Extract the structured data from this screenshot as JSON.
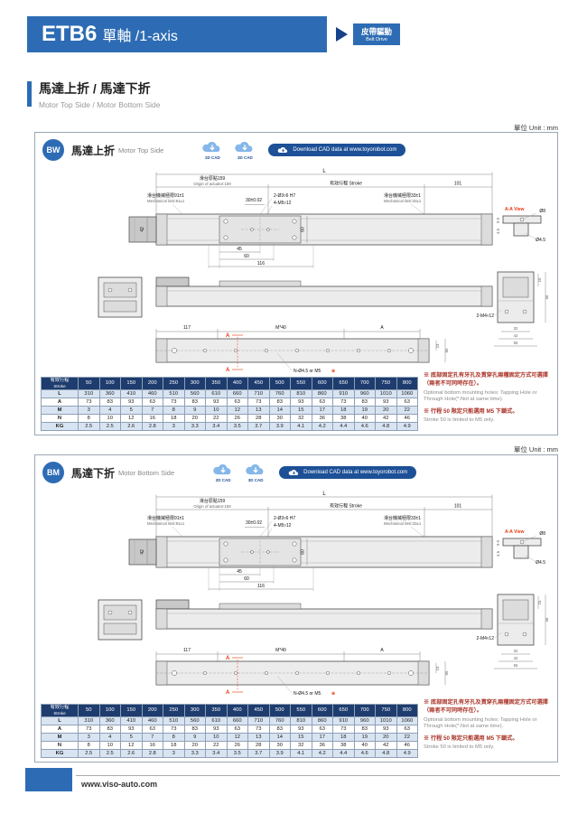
{
  "colors": {
    "primary_blue": "#2d6cb4",
    "navy": "#1d5096",
    "table_header": "#1e3c6e",
    "accent_red": "#e8380d",
    "row_alt": "#d9e4f2"
  },
  "header": {
    "model": "ETB6",
    "title": "單軸 /1-axis",
    "drive_cn": "皮帶驅動",
    "drive_en": "Belt Drive"
  },
  "section": {
    "title": "馬達上折 / 馬達下折",
    "subtitle": "Motor Top Side / Motor Bottom Side"
  },
  "unit_label": "單位 Unit : mm",
  "cad": {
    "c2d": "2D CAD",
    "c3d": "3D CAD",
    "download": "Download CAD data at www.toyorobot.com"
  },
  "panels": [
    {
      "badge": "BW",
      "title_cn": "馬達上折",
      "title_en": "Motor Top Side"
    },
    {
      "badge": "BM",
      "title_cn": "馬達下折",
      "title_en": "Motor Bottom Side"
    }
  ],
  "drawing": {
    "dim_L": "L",
    "origin_cn": "滑台原點159",
    "origin_en": "Origin of actuator:159",
    "stroke_label": "有效行程 Stroke",
    "d101": "101",
    "mech_l_cn": "滑台機械極限91±1",
    "mech_l_en": "Mechanical limit:91±1",
    "mech_r_cn": "滑台機械極限33±1",
    "mech_r_en": "Mechanical limit:33±1",
    "d30": "30±0.02",
    "holes_a": "2-Ø3▿6 H7",
    "holes_b": "4-M5▿12",
    "aa_view": "A-A View",
    "dia8": "Ø8",
    "d95": "9.5",
    "d45_small": "4.5",
    "dia45": "Ø4.5",
    "d42": "42",
    "d60": "60",
    "d45": "45",
    "d60b": "60",
    "d116": "116",
    "holes_c": "2-M4▿12",
    "d15": "15",
    "d56": "56",
    "d32": "32",
    "d42b": "42",
    "d65": "65",
    "d117": "117",
    "m40": "M*40",
    "dimA": "A",
    "d23": "23",
    "d65b": "65",
    "n_holes": "N-Ø4.5 or M5",
    "ref_mark": "※",
    "section_a": "A"
  },
  "table": {
    "corner_cn": "有效行程",
    "corner_en": "Stroke",
    "strokes": [
      "50",
      "100",
      "150",
      "200",
      "250",
      "300",
      "350",
      "400",
      "450",
      "500",
      "550",
      "600",
      "650",
      "700",
      "750",
      "800"
    ],
    "rows": [
      {
        "label": "L",
        "values": [
          "310",
          "360",
          "410",
          "460",
          "510",
          "560",
          "610",
          "660",
          "710",
          "760",
          "810",
          "860",
          "910",
          "960",
          "1010",
          "1060"
        ]
      },
      {
        "label": "A",
        "values": [
          "73",
          "83",
          "93",
          "63",
          "73",
          "83",
          "93",
          "63",
          "73",
          "83",
          "93",
          "63",
          "73",
          "83",
          "93",
          "63"
        ]
      },
      {
        "label": "M",
        "values": [
          "3",
          "4",
          "5",
          "7",
          "8",
          "9",
          "10",
          "12",
          "13",
          "14",
          "15",
          "17",
          "18",
          "19",
          "20",
          "22"
        ]
      },
      {
        "label": "N",
        "values": [
          "8",
          "10",
          "12",
          "16",
          "18",
          "20",
          "22",
          "26",
          "28",
          "30",
          "32",
          "36",
          "38",
          "40",
          "42",
          "46"
        ]
      },
      {
        "label": "KG",
        "values": [
          "2.5",
          "2.5",
          "2.6",
          "2.8",
          "3",
          "3.3",
          "3.4",
          "3.5",
          "3.7",
          "3.9",
          "4.1",
          "4.2",
          "4.4",
          "4.6",
          "4.8",
          "4.9"
        ]
      }
    ]
  },
  "notes": {
    "n1_cn": "※ 底部固定孔有牙孔及貫穿孔兩種固定方式可選擇（兩者不可同時存在）。",
    "n1_en": "Optional bottom mounting holes: Tapping Hole or Through Hole(*.Not at same time).",
    "n2_cn": "※ 行程 50 限定只能選用 M5 下鎖式。",
    "n2_en": "Stroke 50 is limited to M5 only."
  },
  "footer": {
    "url": "www.viso-auto.com"
  }
}
